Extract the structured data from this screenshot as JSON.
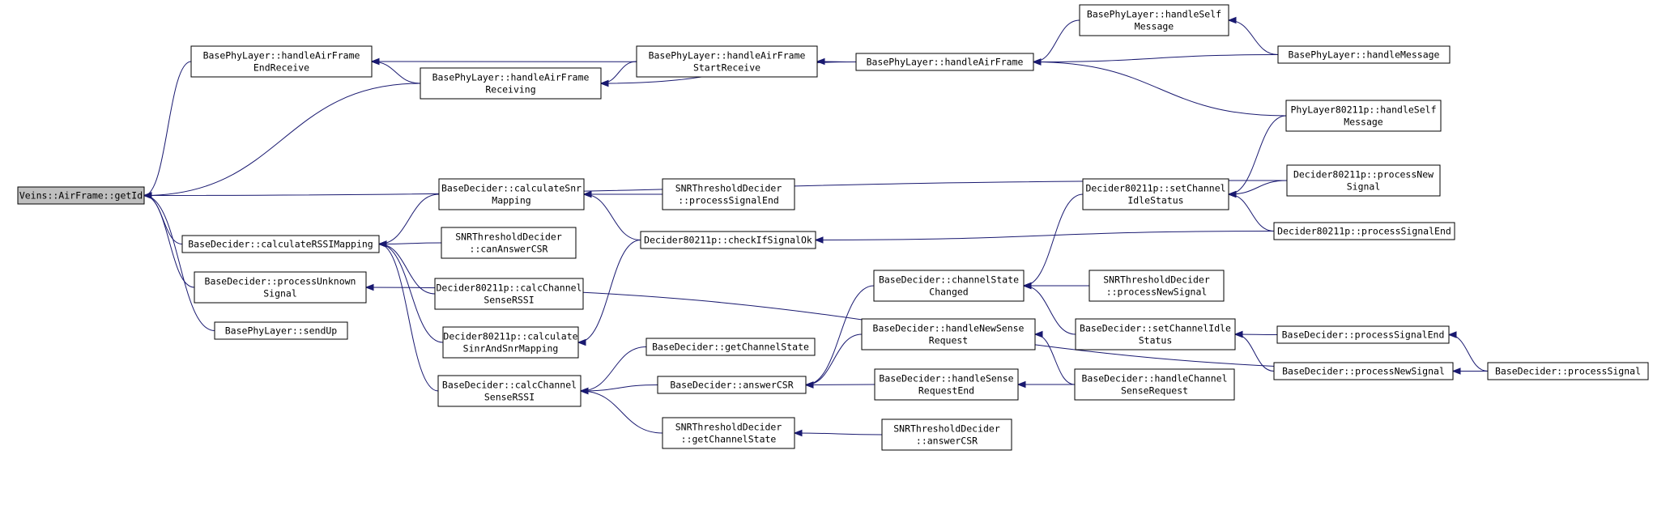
{
  "graph": {
    "nodes": [
      {
        "id": "getId",
        "lines": [
          "Veins::AirFrame::getId"
        ],
        "root": true
      },
      {
        "id": "hafEndReceive",
        "lines": [
          "BasePhyLayer::handleAirFrame",
          "EndReceive"
        ]
      },
      {
        "id": "hafReceiving",
        "lines": [
          "BasePhyLayer::handleAirFrame",
          "Receiving"
        ]
      },
      {
        "id": "hafStartReceive",
        "lines": [
          "BasePhyLayer::handleAirFrame",
          "StartReceive"
        ]
      },
      {
        "id": "hafMain",
        "lines": [
          "BasePhyLayer::handleAirFrame"
        ]
      },
      {
        "id": "handleSelfMessage",
        "lines": [
          "BasePhyLayer::handleSelf",
          "Message"
        ]
      },
      {
        "id": "handleMessage",
        "lines": [
          "BasePhyLayer::handleMessage"
        ]
      },
      {
        "id": "phy80211HandleSelf",
        "lines": [
          "PhyLayer80211p::handleSelf",
          "Message"
        ]
      },
      {
        "id": "dec80211ProcessNew",
        "lines": [
          "Decider80211p::processNew",
          "Signal"
        ]
      },
      {
        "id": "dec80211ProcessEnd",
        "lines": [
          "Decider80211p::processSignalEnd"
        ]
      },
      {
        "id": "dec80211SetChannelIdle",
        "lines": [
          "Decider80211p::setChannel",
          "IdleStatus"
        ]
      },
      {
        "id": "calcSnrMapping",
        "lines": [
          "BaseDecider::calculateSnr",
          "Mapping"
        ]
      },
      {
        "id": "snrProcessSignalEnd",
        "lines": [
          "SNRThresholdDecider",
          "::processSignalEnd"
        ]
      },
      {
        "id": "dec80211CheckIfSignalOk",
        "lines": [
          "Decider80211p::checkIfSignalOk"
        ]
      },
      {
        "id": "calcRSSIMapping",
        "lines": [
          "BaseDecider::calculateRSSIMapping"
        ]
      },
      {
        "id": "snrCanAnswerCSR",
        "lines": [
          "SNRThresholdDecider",
          "::canAnswerCSR"
        ]
      },
      {
        "id": "dec80211CalcChannelSenseRSSI",
        "lines": [
          "Decider80211p::calcChannel",
          "SenseRSSI"
        ]
      },
      {
        "id": "processUnknownSignal",
        "lines": [
          "BaseDecider::processUnknown",
          "Signal"
        ]
      },
      {
        "id": "dec80211CalcSinrSnr",
        "lines": [
          "Decider80211p::calculate",
          "SinrAndSnrMapping"
        ]
      },
      {
        "id": "sendUp",
        "lines": [
          "BasePhyLayer::sendUp"
        ]
      },
      {
        "id": "channelStateChanged",
        "lines": [
          "BaseDecider::channelState",
          "Changed"
        ]
      },
      {
        "id": "snrProcessNewSignal",
        "lines": [
          "SNRThresholdDecider",
          "::processNewSignal"
        ]
      },
      {
        "id": "handleNewSenseRequest",
        "lines": [
          "BaseDecider::handleNewSense",
          "Request"
        ]
      },
      {
        "id": "setChannelIdleStatus",
        "lines": [
          "BaseDecider::setChannelIdle",
          "Status"
        ]
      },
      {
        "id": "bdProcessSignalEnd",
        "lines": [
          "BaseDecider::processSignalEnd"
        ]
      },
      {
        "id": "getChannelState",
        "lines": [
          "BaseDecider::getChannelState"
        ]
      },
      {
        "id": "answerCSR",
        "lines": [
          "BaseDecider::answerCSR"
        ]
      },
      {
        "id": "handleSenseRequestEnd",
        "lines": [
          "BaseDecider::handleSense",
          "RequestEnd"
        ]
      },
      {
        "id": "handleChannelSenseRequest",
        "lines": [
          "BaseDecider::handleChannel",
          "SenseRequest"
        ]
      },
      {
        "id": "bdProcessNewSignal",
        "lines": [
          "BaseDecider::processNewSignal"
        ]
      },
      {
        "id": "bdProcessSignal",
        "lines": [
          "BaseDecider::processSignal"
        ]
      },
      {
        "id": "calcChannelSenseRSSI",
        "lines": [
          "BaseDecider::calcChannel",
          "SenseRSSI"
        ]
      },
      {
        "id": "snrGetChannelState",
        "lines": [
          "SNRThresholdDecider",
          "::getChannelState"
        ]
      },
      {
        "id": "snrAnswerCSR",
        "lines": [
          "SNRThresholdDecider",
          "::answerCSR"
        ]
      }
    ],
    "edges": [
      {
        "from": "hafEndReceive",
        "to": "getId"
      },
      {
        "from": "hafReceiving",
        "to": "getId"
      },
      {
        "from": "dec80211ProcessNew",
        "to": "getId"
      },
      {
        "from": "calcRSSIMapping",
        "to": "getId"
      },
      {
        "from": "processUnknownSignal",
        "to": "getId"
      },
      {
        "from": "sendUp",
        "to": "getId"
      },
      {
        "from": "hafMain",
        "to": "hafEndReceive"
      },
      {
        "from": "hafReceiving",
        "to": "hafEndReceive"
      },
      {
        "from": "hafStartReceive",
        "to": "hafReceiving"
      },
      {
        "from": "hafMain",
        "to": "hafReceiving"
      },
      {
        "from": "hafMain",
        "to": "hafStartReceive"
      },
      {
        "from": "handleSelfMessage",
        "to": "hafMain"
      },
      {
        "from": "handleMessage",
        "to": "hafMain"
      },
      {
        "from": "phy80211HandleSelf",
        "to": "hafMain"
      },
      {
        "from": "handleMessage",
        "to": "handleSelfMessage"
      },
      {
        "from": "calcSnrMapping",
        "to": "calcRSSIMapping"
      },
      {
        "from": "snrCanAnswerCSR",
        "to": "calcRSSIMapping"
      },
      {
        "from": "dec80211CalcChannelSenseRSSI",
        "to": "calcRSSIMapping"
      },
      {
        "from": "dec80211CalcSinrSnr",
        "to": "calcRSSIMapping"
      },
      {
        "from": "calcChannelSenseRSSI",
        "to": "calcRSSIMapping"
      },
      {
        "from": "snrProcessSignalEnd",
        "to": "calcSnrMapping"
      },
      {
        "from": "dec80211CheckIfSignalOk",
        "to": "calcSnrMapping"
      },
      {
        "from": "dec80211CheckIfSignalOk",
        "to": "dec80211CalcSinrSnr"
      },
      {
        "from": "dec80211ProcessEnd",
        "to": "dec80211CheckIfSignalOk"
      },
      {
        "from": "phy80211HandleSelf",
        "to": "dec80211SetChannelIdle"
      },
      {
        "from": "dec80211ProcessNew",
        "to": "dec80211SetChannelIdle"
      },
      {
        "from": "dec80211ProcessEnd",
        "to": "dec80211SetChannelIdle"
      },
      {
        "from": "dec80211SetChannelIdle",
        "to": "channelStateChanged"
      },
      {
        "from": "snrProcessNewSignal",
        "to": "channelStateChanged"
      },
      {
        "from": "setChannelIdleStatus",
        "to": "channelStateChanged"
      },
      {
        "from": "channelStateChanged",
        "to": "answerCSR"
      },
      {
        "from": "handleNewSenseRequest",
        "to": "answerCSR"
      },
      {
        "from": "handleSenseRequestEnd",
        "to": "answerCSR"
      },
      {
        "from": "handleChannelSenseRequest",
        "to": "handleNewSenseRequest"
      },
      {
        "from": "handleChannelSenseRequest",
        "to": "handleSenseRequestEnd"
      },
      {
        "from": "bdProcessSignalEnd",
        "to": "setChannelIdleStatus"
      },
      {
        "from": "bdProcessNewSignal",
        "to": "setChannelIdleStatus"
      },
      {
        "from": "bdProcessSignal",
        "to": "bdProcessSignalEnd"
      },
      {
        "from": "bdProcessSignal",
        "to": "bdProcessNewSignal"
      },
      {
        "from": "bdProcessSignal",
        "to": "processUnknownSignal"
      },
      {
        "from": "getChannelState",
        "to": "calcChannelSenseRSSI"
      },
      {
        "from": "answerCSR",
        "to": "calcChannelSenseRSSI"
      },
      {
        "from": "snrGetChannelState",
        "to": "calcChannelSenseRSSI"
      },
      {
        "from": "snrAnswerCSR",
        "to": "snrGetChannelState"
      }
    ]
  },
  "colors": {
    "edge": "#191970",
    "node_border": "#000000",
    "root_fill": "#bfbfbf",
    "node_fill": "#ffffff"
  }
}
